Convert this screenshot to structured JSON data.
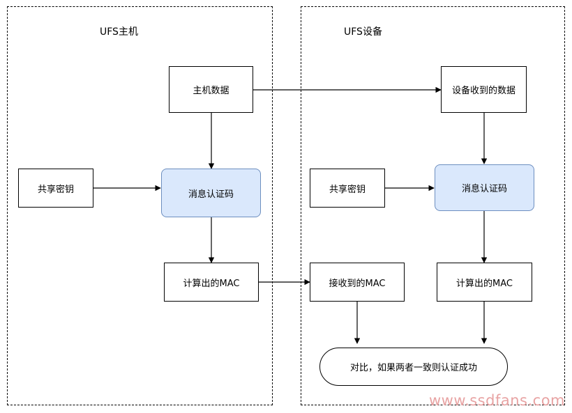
{
  "regions": {
    "host": {
      "title": "UFS主机"
    },
    "device": {
      "title": "UFS设备"
    }
  },
  "nodes": {
    "host_data": "主机数据",
    "host_shared_key": "共享密钥",
    "host_mac_func": "消息认证码",
    "host_computed_mac": "计算出的MAC",
    "device_received_data": "设备收到的数据",
    "device_shared_key": "共享密钥",
    "device_mac_func": "消息认证码",
    "device_received_mac": "接收到的MAC",
    "device_computed_mac": "计算出的MAC",
    "compare": "对比，如果两者一致则认证成功"
  },
  "colors": {
    "mac_fill": "#dae8fc",
    "mac_border": "#6c8ebf",
    "watermark": "#e8a3a3"
  },
  "watermark": "www.ssdfans.com"
}
